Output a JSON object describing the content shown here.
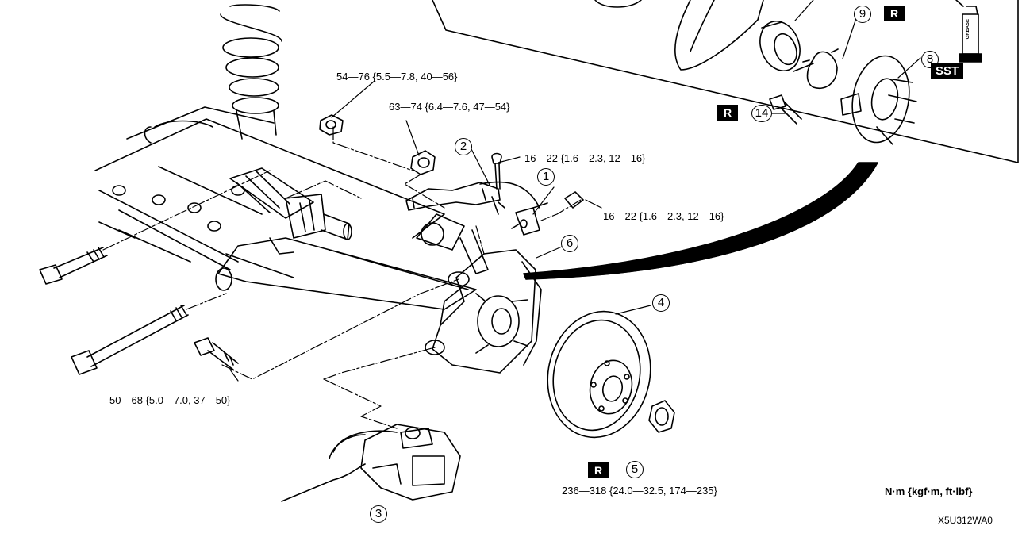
{
  "torques": {
    "t1": "54—76 {5.5—7.8, 40—56}",
    "t2": "63—74 {6.4—7.6, 47—54}",
    "t3": "16—22 {1.6—2.3, 12—16}",
    "t4": "16—22 {1.6—2.3, 12—16}",
    "t5": "50—68 {5.0—7.0, 37—50}",
    "t6": "236—318 {24.0—32.5, 174—235}"
  },
  "callouts": {
    "c1": "1",
    "c2": "2",
    "c3": "3",
    "c4": "4",
    "c5": "5",
    "c6": "6",
    "c8": "8",
    "c9": "9",
    "c14": "14"
  },
  "badges": {
    "replace": "R",
    "sst": "SST",
    "grease": "GREASE"
  },
  "units_label": "N·m {kgf·m, ft·lbf}",
  "figure_code": "X5U312WA0"
}
